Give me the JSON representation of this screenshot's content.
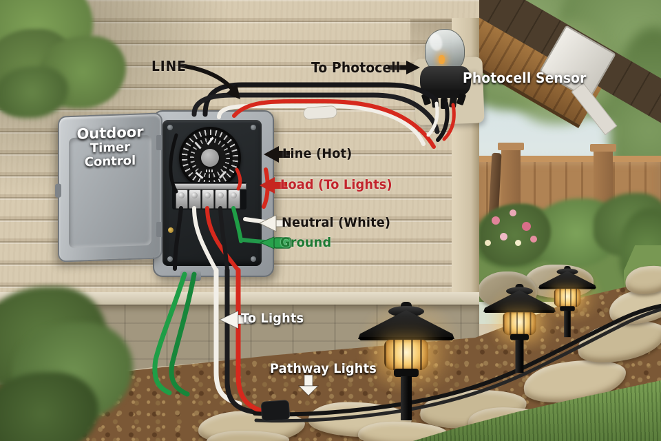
{
  "diagram": {
    "subject": "Outdoor timer control wiring diagram with photocell sensor and low-voltage pathway lights",
    "callouts": {
      "line": {
        "text": "LINE",
        "color": "#181310"
      },
      "to_photocell": {
        "text": "To Photocell",
        "color": "#181310"
      },
      "photocell_sensor": {
        "text": "Photocell Sensor",
        "color": "#ffffff"
      },
      "line_hot": {
        "text": "Line (Hot)",
        "color": "#181310",
        "arrow_color": "#181310"
      },
      "load_to_lights": {
        "text": "Load (To Lights)",
        "color": "#c2242c",
        "arrow_color": "#c6261f"
      },
      "neutral_white": {
        "text": "Neutral (White)",
        "color": "#1c1c1c",
        "arrow_color": "#f5f2ea"
      },
      "ground": {
        "text": "Ground",
        "color": "#1d7a33",
        "arrow_color": "#28a24c"
      },
      "to_lights": {
        "text": "To Lights",
        "color": "#ffffff",
        "arrow_color": "#f7f5ef"
      },
      "pathway_lights": {
        "text": "Pathway Lights",
        "color": "#ffffff",
        "arrow_color": "#f7f5ef"
      }
    },
    "timer_box": {
      "title_line1": "Outdoor",
      "title_line2": "Timer Control",
      "terminal_count": 5
    },
    "photocell": {
      "name": "Photocell Sensor",
      "indicator": "amber"
    },
    "pathway_light_count": 3,
    "wires": [
      {
        "name": "line-hot",
        "color": "#1b1b1d",
        "label": "Line (Hot)"
      },
      {
        "name": "load-to-lights",
        "color": "#d6291d",
        "label": "Load (To Lights)"
      },
      {
        "name": "neutral",
        "color": "#f2efe8",
        "label": "Neutral (White)"
      },
      {
        "name": "ground",
        "color": "#1f9e46",
        "label": "Ground"
      }
    ]
  },
  "colors": {
    "wall_siding": "#d8cbb1",
    "foundation": "#a2977f",
    "mulch": "#7b5836",
    "stone_path": "#cfc09d",
    "grass": "#6f9347",
    "fence_wood": "#a87c50",
    "sky": "#c6d9e2",
    "roof_fascia": "#97693a",
    "gutter": "#eceae4",
    "timer_box_gray": "#9aa0a5",
    "box_interior": "#212426"
  }
}
